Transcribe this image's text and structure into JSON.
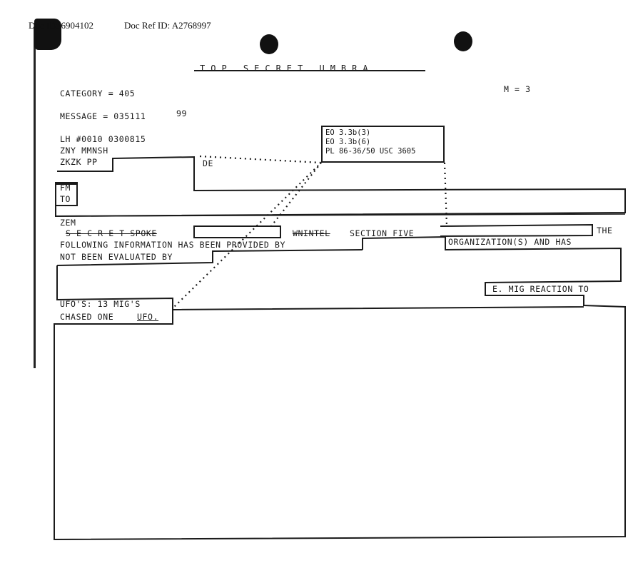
{
  "header": {
    "doc_id": "Doc ID: 6904102",
    "doc_ref": "Doc Ref ID: A2768997"
  },
  "classification": "TOP SECRET UMBRA",
  "category_line": "CATEGORY =  405",
  "m_line": "M =        3",
  "message_line": "MESSAGE = 035111",
  "message_suffix": "99",
  "routing": {
    "line1": "LH #0010 0300815",
    "line2": "ZNY MMNSH",
    "line3": "ZKZK PP",
    "de": "DE",
    "fm": "FM",
    "to": "TO",
    "zem": "ZEM"
  },
  "exemptions": [
    "EO 3.3b(3)",
    "EO 3.3b(6)",
    "PL 86-36/50 USC 3605"
  ],
  "body": {
    "secret_spoke": "S E C R E T SPOKE",
    "noforn": "WNINTEL",
    "section_five": "SECTION FIVE",
    "the": "THE",
    "following": "FOLLOWING INFORMATION HAS BEEN PROVIDED BY",
    "organizations": "ORGANIZATION(S) AND HAS",
    "not_evaluated": "NOT BEEN EVALUATED BY",
    "mig_reaction": "E. MIG REACTION TO",
    "ufos": "UFO'S: 13 MIG'S",
    "chased": "CHASED ONE",
    "ufo": "UFO."
  }
}
